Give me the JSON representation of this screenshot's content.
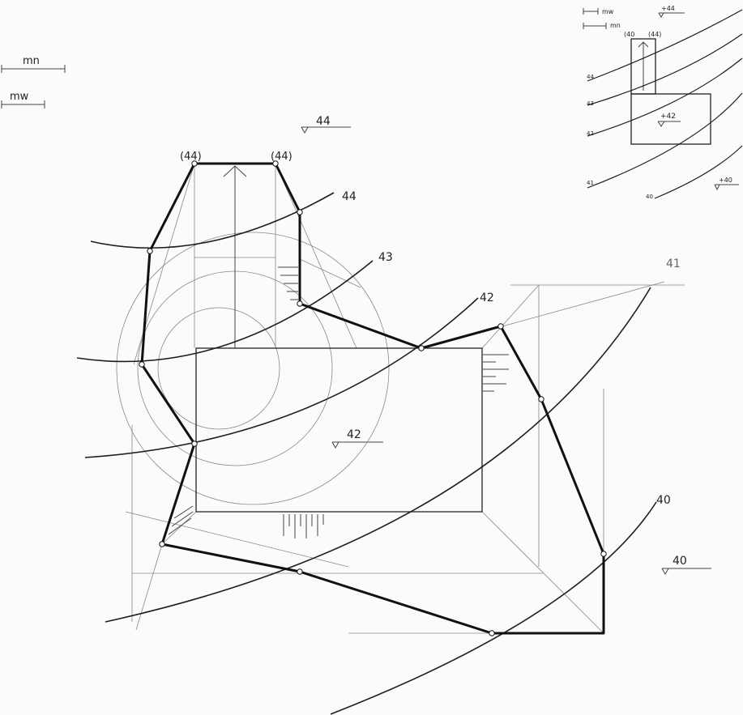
{
  "legend": {
    "mn": "mn",
    "mw": "mw"
  },
  "labels": {
    "spot_44_top": "44",
    "spot_42_plateau": "42",
    "spot_40_right": "40",
    "peg_left": "(44)",
    "peg_right": "(44)"
  },
  "contours": [
    {
      "name": "44",
      "label": "44"
    },
    {
      "name": "43",
      "label": "43"
    },
    {
      "name": "42",
      "label": "42"
    },
    {
      "name": "41",
      "label": "41"
    },
    {
      "name": "40",
      "label": "40"
    }
  ],
  "inset": {
    "legend_mw": "mw",
    "legend_mn": "mn",
    "spot_44": "+44",
    "spot_42": "+42",
    "spot_40": "+40",
    "ramp_left": "(40",
    "ramp_right": "(44)",
    "contour_44": "44",
    "contour_43": "43",
    "contour_42": "42",
    "contour_41": "41",
    "contour_40": "40"
  },
  "colors": {
    "ink": "#111111",
    "paper": "#fbfbfa"
  }
}
